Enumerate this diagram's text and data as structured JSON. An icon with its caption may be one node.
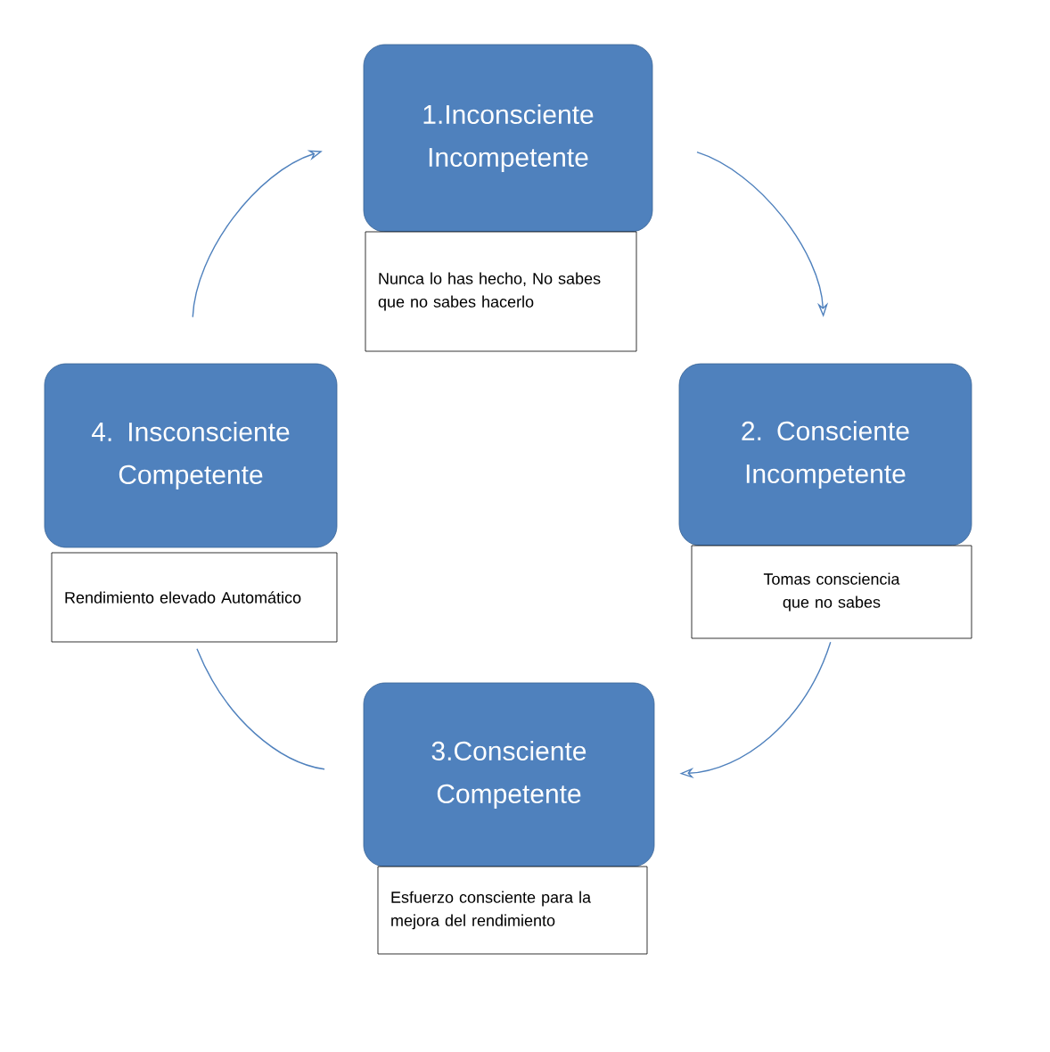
{
  "diagram": {
    "nodes": [
      {
        "text": [
          "1.Inconsciente Incompetente"
        ]
      },
      {
        "text": [
          "Nunca lo has hecho, No sabes que no sabes hacerlo"
        ]
      },
      {
        "text": [
          "2. Consciente Incompetente"
        ]
      },
      {
        "text": [
          "Tomas consciencia que no sabes"
        ]
      },
      {
        "text": [
          "3.Consciente Competente"
        ]
      },
      {
        "text": [
          "Esfuerzo consciente para la mejora del rendimiento"
        ]
      },
      {
        "text": [
          "4. Insconsciente Competente"
        ]
      },
      {
        "text": [
          "Rendimiento elevado Automático"
        ]
      }
    ],
    "edges": [
      {
        "from": 0,
        "to": 2,
        "arrow": "to"
      },
      {
        "from": 3,
        "to": 4,
        "arrow": "to"
      },
      {
        "from": 4,
        "to": 7,
        "arrow": "none"
      },
      {
        "from": 6,
        "to": 0,
        "arrow": "to"
      }
    ]
  }
}
